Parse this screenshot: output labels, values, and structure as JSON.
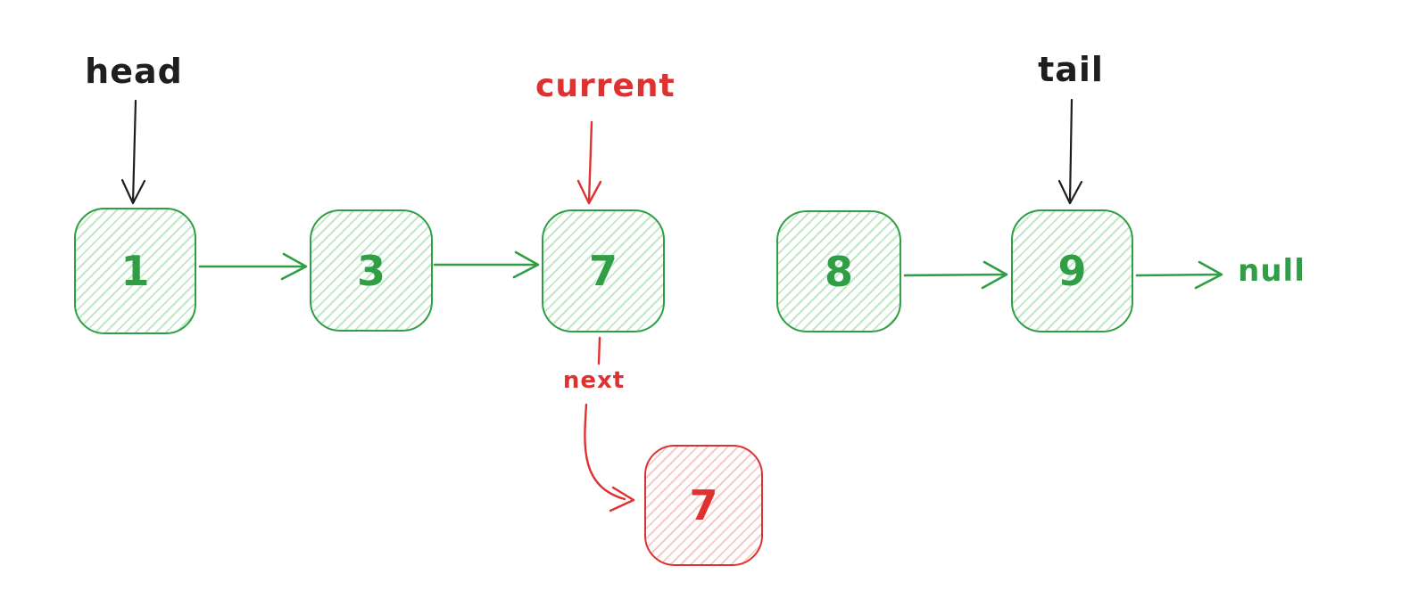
{
  "colors": {
    "green_stroke": "#2f9e44",
    "green_fill": "#bfe8c6",
    "red_stroke": "#e03131",
    "red_fill": "#f6caca",
    "ink": "#1e1e1e"
  },
  "diagram": {
    "type": "singly-linked-list",
    "list_nodes": [
      {
        "value": "1"
      },
      {
        "value": "3"
      },
      {
        "value": "7"
      },
      {
        "value": "8"
      },
      {
        "value": "9"
      }
    ],
    "new_node": {
      "value": "7"
    },
    "pointers": {
      "head": {
        "label": "head",
        "points_to_value": "1"
      },
      "current": {
        "label": "current",
        "points_to_value": "7"
      },
      "tail": {
        "label": "tail",
        "points_to_value": "9"
      },
      "next": {
        "label": "next",
        "from_value": "7",
        "points_to_value": "7"
      }
    },
    "terminator": {
      "label": "null"
    },
    "edges": [
      {
        "from": "1",
        "to": "3"
      },
      {
        "from": "3",
        "to": "7"
      },
      {
        "from": "8",
        "to": "9"
      },
      {
        "from": "9",
        "to": "null"
      },
      {
        "from": "7",
        "to": "new-7",
        "via": "next"
      }
    ]
  }
}
